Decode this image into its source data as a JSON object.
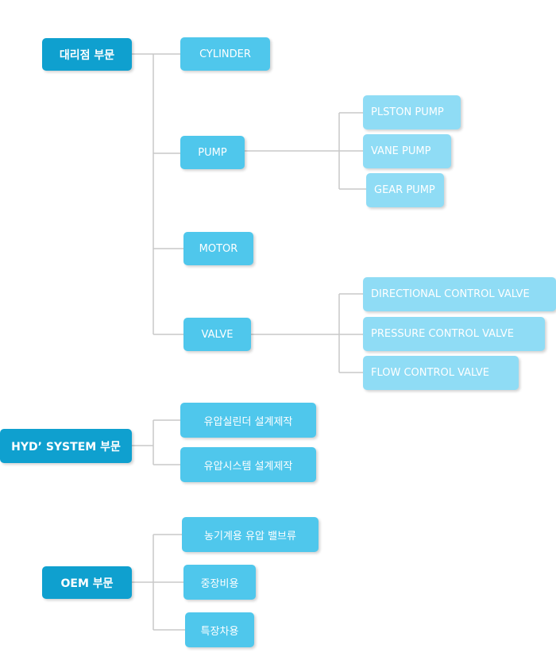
{
  "colors": {
    "dept": "#0fa0cf",
    "level2": "#4fc7ec",
    "level3": "#8fdcf5",
    "connector": "#c8c8c8"
  },
  "dealer": {
    "label": "대리점 부문",
    "items": {
      "cylinder": "CYLINDER",
      "pump": "PUMP",
      "motor": "MOTOR",
      "valve": "VALVE"
    },
    "pump_types": [
      "PLSTON PUMP",
      "VANE PUMP",
      "GEAR PUMP"
    ],
    "valve_types": [
      "DIRECTIONAL CONTROL VALVE",
      "PRESSURE CONTROL VALVE",
      "FLOW CONTROL VALVE"
    ]
  },
  "hyd": {
    "label": "HYD’ SYSTEM 부문",
    "items": [
      "유압실린더 설계제작",
      "유압시스템 설계제작"
    ]
  },
  "oem": {
    "label": "OEM 부문",
    "items": [
      "농기계용 유압 밸브류",
      "중장비용",
      "특장차용"
    ]
  }
}
